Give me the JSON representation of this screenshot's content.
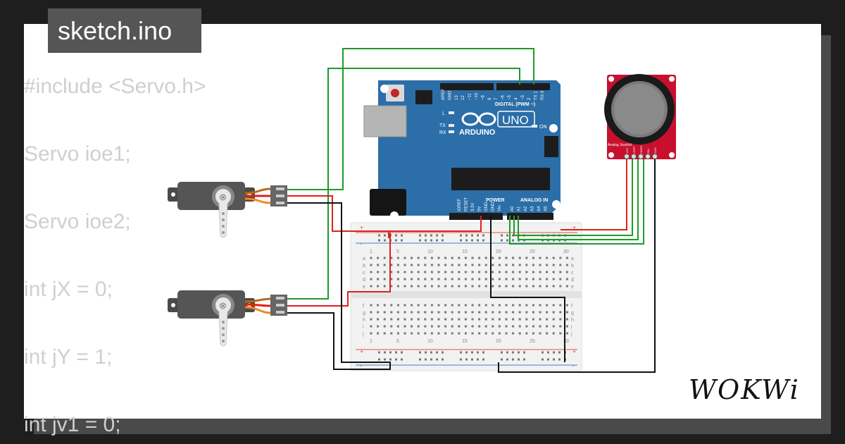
{
  "header": {
    "file_name": "sketch.ino"
  },
  "code_lines": [
    "#include <Servo.h>",
    "Servo ioe1;",
    "Servo ioe2;",
    "int jX = 0;",
    "int jY = 1;",
    "int jv1 = 0;"
  ],
  "board": {
    "name": "UNO",
    "brand": "ARDUINO",
    "digital_label": "DIGITAL (PWM ~)",
    "analog_label": "ANALOG IN",
    "power_label": "POWER",
    "on_label": "ON",
    "l_label": "L",
    "tx_label": "TX",
    "rx_label": "RX",
    "digital_pins": [
      "AREF",
      "GND",
      "13",
      "12",
      "~11",
      "~10",
      "~9",
      "8",
      "7",
      "~6",
      "~5",
      "4",
      "~3",
      "2",
      "TX 1",
      "RX 0"
    ],
    "power_pins": [
      "IOREF",
      "RESET",
      "3.3V",
      "5V",
      "GND",
      "GND",
      "Vin"
    ],
    "analog_pins": [
      "A0",
      "A1",
      "A2",
      "A3",
      "A4",
      "A5"
    ]
  },
  "joystick": {
    "label": "Analog Joystick",
    "pins": [
      "VCC",
      "VERT",
      "HORZ",
      "SEL",
      "GND"
    ]
  },
  "breadboard": {
    "column_numbers": [
      "1",
      "5",
      "10",
      "15",
      "20",
      "25",
      "30"
    ],
    "top_rows": [
      "a",
      "b",
      "c",
      "d",
      "e"
    ],
    "bottom_rows": [
      "f",
      "g",
      "h",
      "i",
      "j"
    ],
    "plus_sign": "+",
    "minus_sign": "-"
  },
  "colors": {
    "wire_red": "#e0201b",
    "wire_green": "#1f9a2a",
    "wire_black": "#111111",
    "board_blue": "#2b6ea8",
    "joystick_red": "#c8102e"
  },
  "footer": {
    "brand": "WOKWi"
  }
}
